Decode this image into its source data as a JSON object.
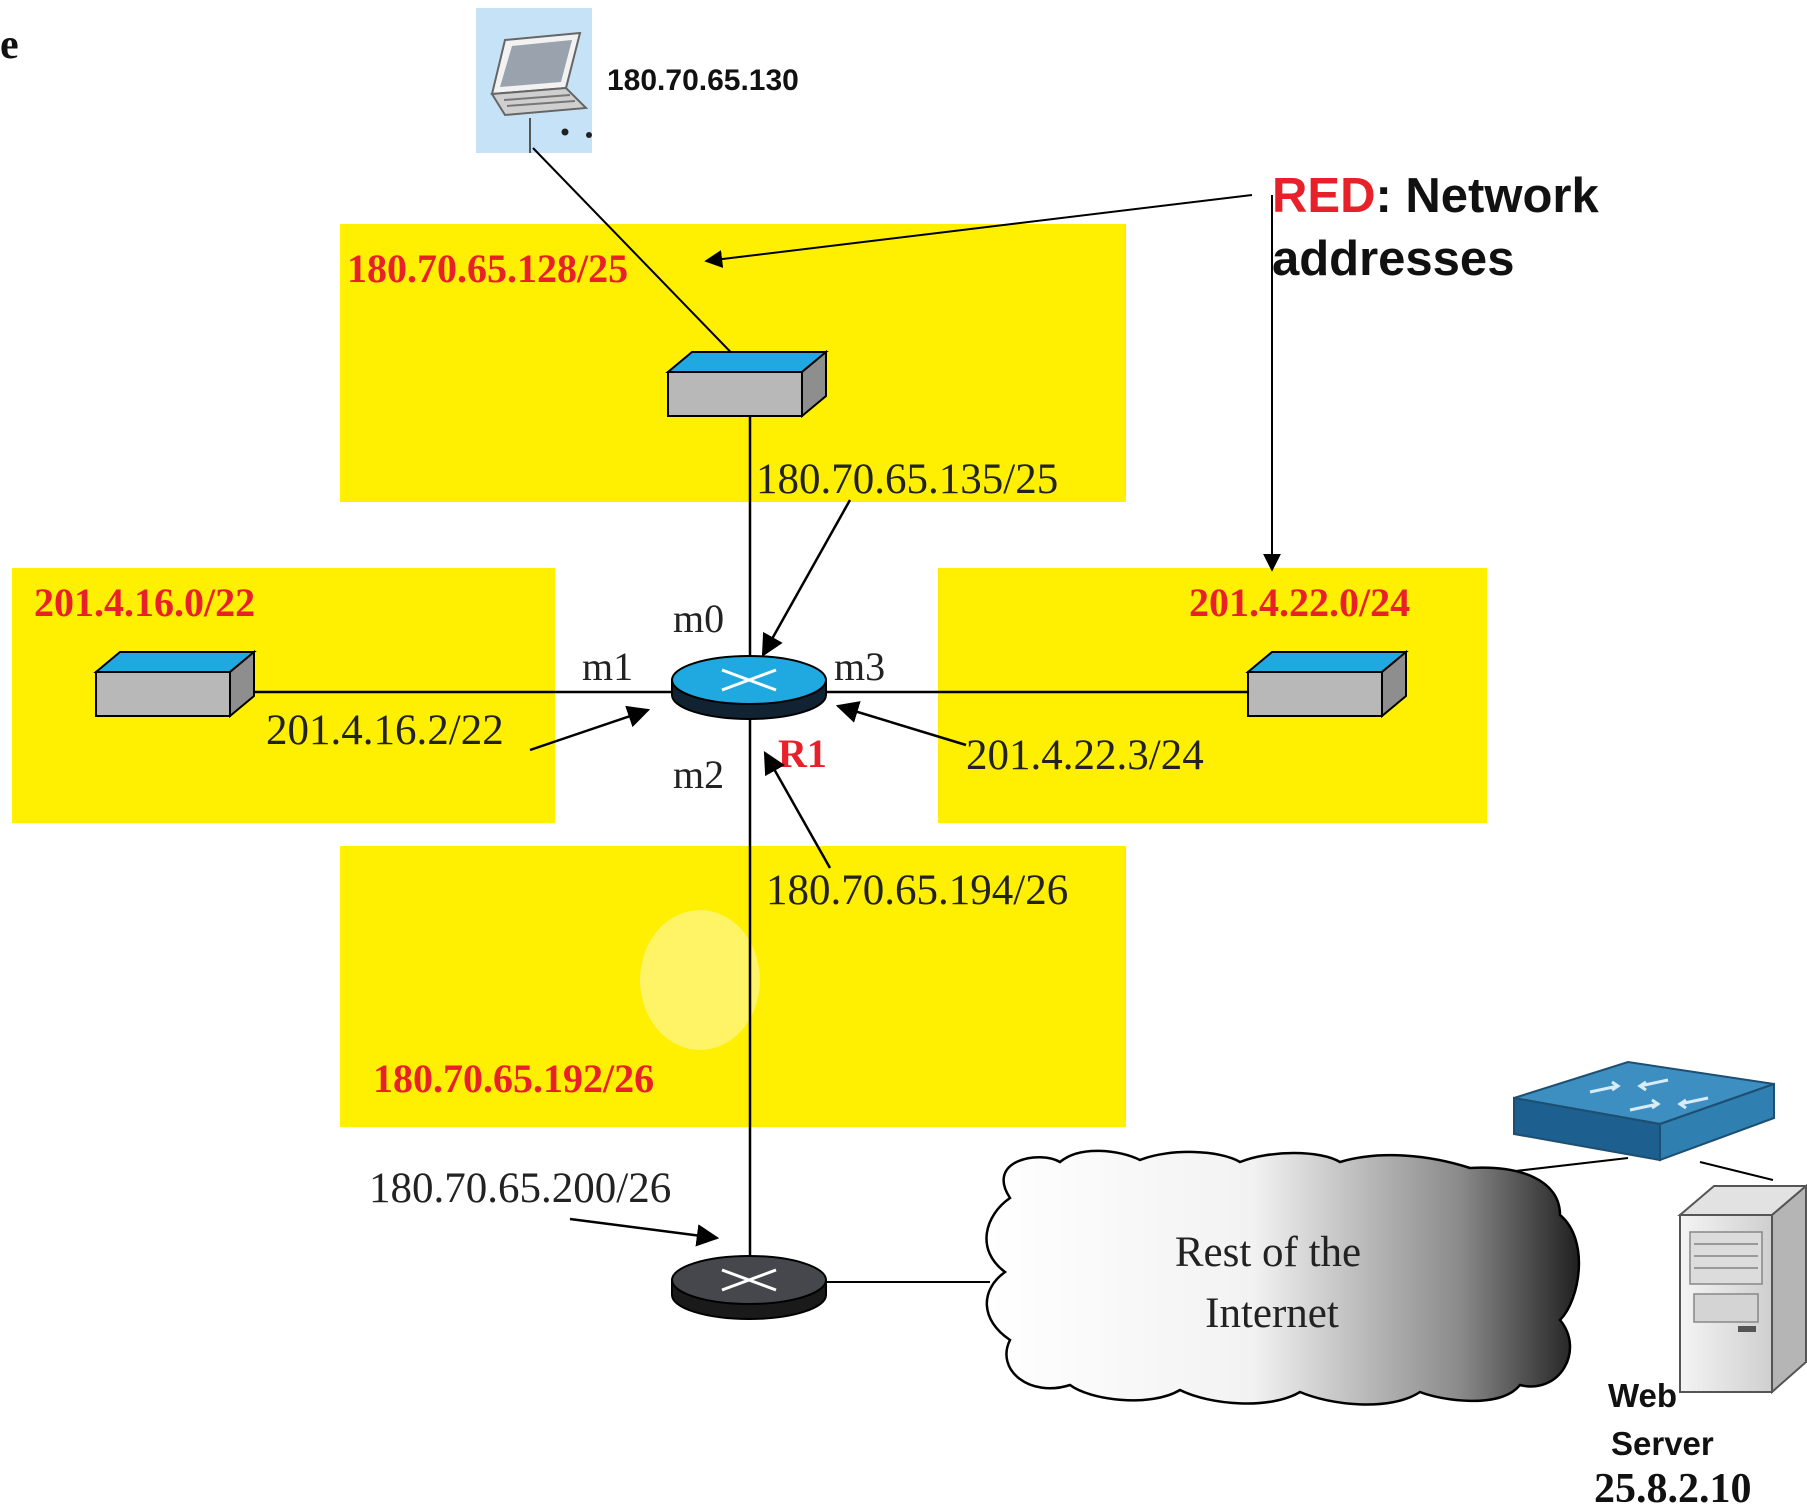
{
  "corner_fragment": "e",
  "host": {
    "ip": "180.70.65.130"
  },
  "legend": {
    "red_word": "RED",
    "rest": ": Network",
    "line2": "addresses"
  },
  "networks": {
    "top": "180.70.65.128/25",
    "left": "201.4.16.0/22",
    "right": "201.4.22.0/24",
    "bottom": "180.70.65.192/26"
  },
  "interfaces": {
    "m0_ip": "180.70.65.135/25",
    "m1_ip": "201.4.16.2/22",
    "m3_ip": "201.4.22.3/24",
    "m2_ip": "180.70.65.194/26",
    "gateway_ip": "180.70.65.200/26"
  },
  "ports": {
    "m0": "m0",
    "m1": "m1",
    "m2": "m2",
    "m3": "m3"
  },
  "router": {
    "name": "R1"
  },
  "cloud": {
    "line1": "Rest of the",
    "line2": "Internet"
  },
  "server": {
    "line1": "Web",
    "line2": "Server",
    "ip": "25.8.2.10"
  },
  "colors": {
    "network_fill": "#ffef00",
    "network_label": "#e8202a",
    "router_blue": "#1fa9e0",
    "router_dark": "#45474d",
    "switch_top": "#1fa9e0",
    "switch_body": "#b8b8b8",
    "laptop_bg": "#c6e2f7"
  }
}
